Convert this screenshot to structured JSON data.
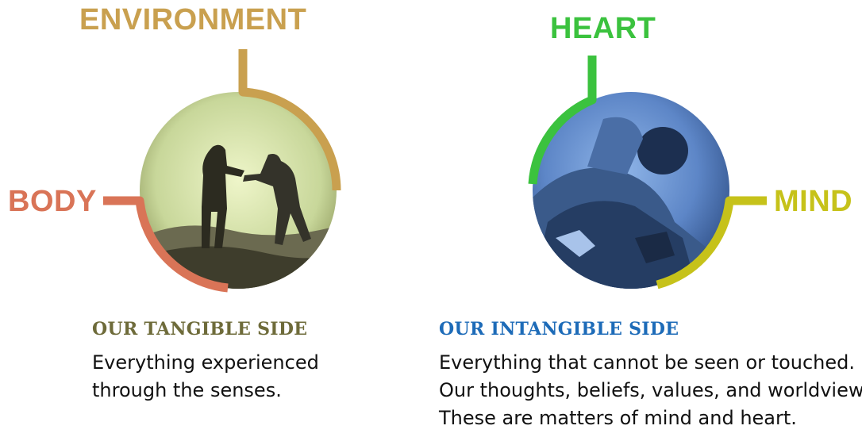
{
  "colors": {
    "environment": "#C9A04F",
    "body": "#D97457",
    "heart": "#3BC23E",
    "mind": "#C6C21A",
    "tangible_heading": "#6E6B3A",
    "intangible_heading": "#1D6BB8"
  },
  "left_diagram": {
    "top_label": "ENVIRONMENT",
    "side_label": "BODY",
    "heading": "OUR TANGIBLE SIDE",
    "lines": [
      "Everything experienced",
      "through the senses."
    ]
  },
  "right_diagram": {
    "top_label": "HEART",
    "side_label": "MIND",
    "heading": "OUR INTANGIBLE SIDE",
    "lines": [
      "Everything that cannot be seen or touched.",
      "Our thoughts, beliefs, values, and worldview.",
      "These are matters of mind and heart."
    ]
  }
}
